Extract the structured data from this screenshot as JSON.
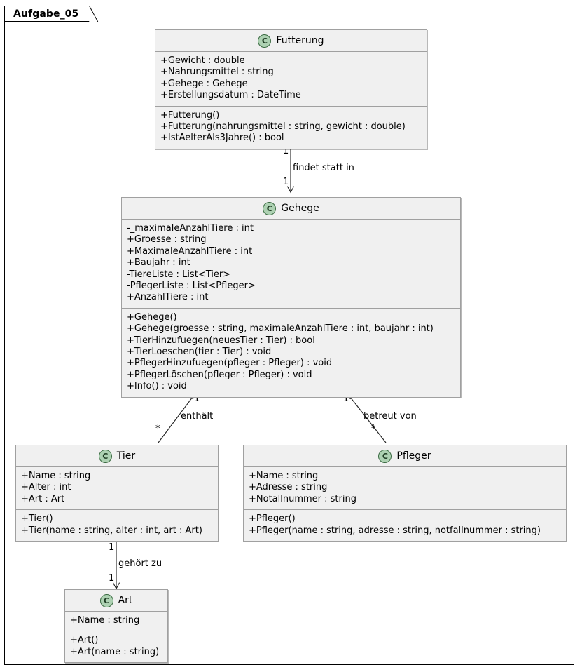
{
  "frame": {
    "title": "Aufgabe_05"
  },
  "style": {
    "class_fill": "#f0f0f0",
    "class_border": "#a0a0a0",
    "icon_fill": "#ADD1B2",
    "icon_border": "#3B6B42",
    "line_color": "#202020",
    "background": "#ffffff"
  },
  "classes": [
    {
      "id": "futterung",
      "stereotype_icon": "C",
      "name": "Futterung",
      "attributes": [
        "+Gewicht : double",
        "+Nahrungsmittel : string",
        "+Gehege : Gehege",
        "+Erstellungsdatum : DateTime"
      ],
      "operations": [
        "+Futterung()",
        "+Futterung(nahrungsmittel : string, gewicht : double)",
        "+IstAelterAls3Jahre() : bool"
      ]
    },
    {
      "id": "gehege",
      "stereotype_icon": "C",
      "name": "Gehege",
      "attributes": [
        "-_maximaleAnzahlTiere : int",
        "+Groesse : string",
        "+MaximaleAnzahlTiere : int",
        "+Baujahr : int",
        "-TiereListe : List<Tier>",
        "-PflegerListe : List<Pfleger>",
        "+AnzahlTiere : int"
      ],
      "operations": [
        "+Gehege()",
        "+Gehege(groesse : string, maximaleAnzahlTiere : int, baujahr : int)",
        "+TierHinzufuegen(neuesTier : Tier) : bool",
        "+TierLoeschen(tier : Tier) : void",
        "+PflegerHinzufuegen(pfleger : Pfleger) : void",
        "+PflegerLöschen(pfleger : Pfleger) : void",
        "+Info() : void"
      ]
    },
    {
      "id": "tier",
      "stereotype_icon": "C",
      "name": "Tier",
      "attributes": [
        "+Name : string",
        "+Alter : int",
        "+Art : Art"
      ],
      "operations": [
        "+Tier()",
        "+Tier(name : string, alter : int, art : Art)"
      ]
    },
    {
      "id": "pfleger",
      "stereotype_icon": "C",
      "name": "Pfleger",
      "attributes": [
        "+Name : string",
        "+Adresse : string",
        "+Notallnummer : string"
      ],
      "operations": [
        "+Pfleger()",
        "+Pfleger(name : string, adresse : string, notfallnummer : string)"
      ]
    },
    {
      "id": "art",
      "stereotype_icon": "C",
      "name": "Art",
      "attributes": [
        "+Name : string"
      ],
      "operations": [
        "+Art()",
        "+Art(name : string)"
      ]
    }
  ],
  "relations": [
    {
      "id": "futterung-gehege",
      "from": "Futterung",
      "to": "Gehege",
      "type": "association",
      "label": "findet statt in",
      "source_multiplicity": "1",
      "target_multiplicity": "1"
    },
    {
      "id": "gehege-tier",
      "from": "Gehege",
      "to": "Tier",
      "type": "aggregation",
      "label": "enthält",
      "source_multiplicity": "1",
      "target_multiplicity": "*"
    },
    {
      "id": "gehege-pfleger",
      "from": "Gehege",
      "to": "Pfleger",
      "type": "aggregation",
      "label": "betreut von",
      "source_multiplicity": "1",
      "target_multiplicity": "*"
    },
    {
      "id": "tier-art",
      "from": "Tier",
      "to": "Art",
      "type": "association",
      "label": "gehört zu",
      "source_multiplicity": "1",
      "target_multiplicity": "1"
    }
  ]
}
